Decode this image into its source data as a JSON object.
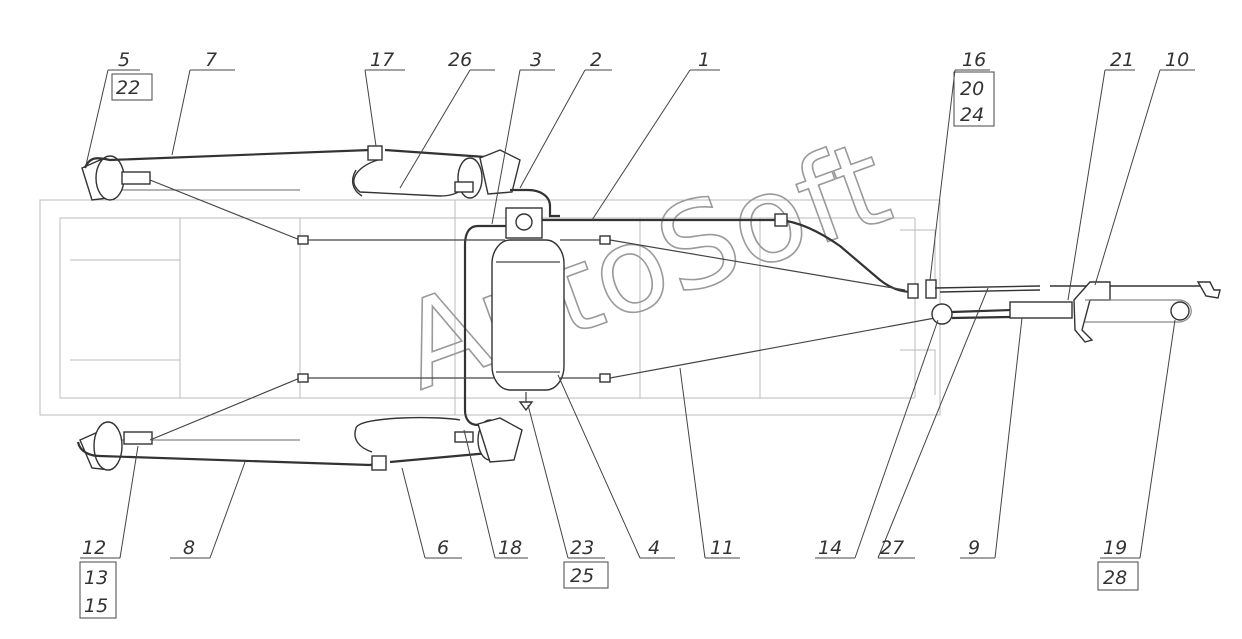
{
  "watermark": "AutoSoft",
  "callouts": [
    {
      "id": "c5",
      "text": "5"
    },
    {
      "id": "c22",
      "text": "22"
    },
    {
      "id": "c7",
      "text": "7"
    },
    {
      "id": "c17",
      "text": "17"
    },
    {
      "id": "c26",
      "text": "26"
    },
    {
      "id": "c3",
      "text": "3"
    },
    {
      "id": "c2",
      "text": "2"
    },
    {
      "id": "c1",
      "text": "1"
    },
    {
      "id": "c16",
      "text": "16"
    },
    {
      "id": "c20",
      "text": "20"
    },
    {
      "id": "c24",
      "text": "24"
    },
    {
      "id": "c21",
      "text": "21"
    },
    {
      "id": "c10",
      "text": "10"
    },
    {
      "id": "c12",
      "text": "12"
    },
    {
      "id": "c13",
      "text": "13"
    },
    {
      "id": "c15",
      "text": "15"
    },
    {
      "id": "c8",
      "text": "8"
    },
    {
      "id": "c6",
      "text": "6"
    },
    {
      "id": "c18",
      "text": "18"
    },
    {
      "id": "c23",
      "text": "23"
    },
    {
      "id": "c25",
      "text": "25"
    },
    {
      "id": "c4",
      "text": "4"
    },
    {
      "id": "c11",
      "text": "11"
    },
    {
      "id": "c14",
      "text": "14"
    },
    {
      "id": "c27",
      "text": "27"
    },
    {
      "id": "c9",
      "text": "9"
    },
    {
      "id": "c19",
      "text": "19"
    },
    {
      "id": "c28",
      "text": "28"
    }
  ]
}
